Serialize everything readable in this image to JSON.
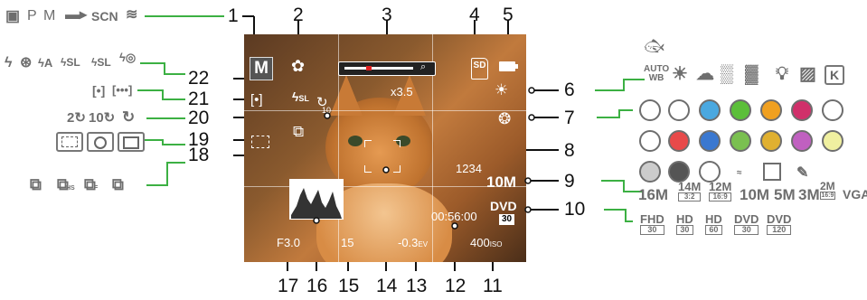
{
  "callouts": {
    "n1": "1",
    "n2": "2",
    "n3": "3",
    "n4": "4",
    "n5": "5",
    "n6": "6",
    "n7": "7",
    "n8": "8",
    "n9": "9",
    "n10": "10",
    "n11": "11",
    "n12": "12",
    "n13": "13",
    "n14": "14",
    "n15": "15",
    "n16": "16",
    "n17": "17",
    "n18": "18",
    "n19": "19",
    "n20": "20",
    "n21": "21",
    "n22": "22"
  },
  "left_icons": {
    "modes": {
      "p": "P",
      "m": "M",
      "scn": "SCN"
    },
    "flash": {
      "a": "ϟ",
      "b": "⊛",
      "c": "ϟA",
      "d": "ϟSL",
      "e": "ϟSL",
      "f": "ϟ◎"
    },
    "focus": {
      "a": "[•]",
      "b": "[•••]"
    },
    "self_timer": {
      "a": "2↻",
      "b": "10↻",
      "c": "↻"
    },
    "drive": {
      "hs": "HS",
      "f": "F"
    }
  },
  "screen": {
    "mode": "M",
    "zoom": "x3.5",
    "sd": "SD",
    "shots": "1234",
    "size": "10M",
    "time": "00:56:00",
    "video": "DVD",
    "video_fps": "30",
    "aperture": "F3.0",
    "shutter": "15",
    "ev": "-0.3",
    "ev_unit": "EV",
    "iso": "400",
    "iso_unit": "ISO",
    "timer_val": "10",
    "flash_sl": "SL"
  },
  "right_icons": {
    "wb": {
      "auto": "AUTO",
      "auto_sub": "WB",
      "k": "K"
    },
    "sizes": {
      "s16": "16M",
      "s14": "14M",
      "s14sub": "3:2",
      "s12": "12M",
      "s12sub": "16:9",
      "s10": "10M",
      "s5": "5M",
      "s3": "3M",
      "s2": "2M",
      "s2sub": "16:9",
      "vga": "VGA"
    },
    "video": {
      "fhd": "FHD",
      "fhd_fps": "30",
      "hd1": "HD",
      "hd1_fps": "30",
      "hd2": "HD",
      "hd2_fps": "60",
      "dvd1": "DVD",
      "dvd1_fps": "30",
      "dvd2": "DVD",
      "dvd2_fps": "120"
    }
  },
  "colors": {
    "line": "#3cb043",
    "gray": "#6e6e6e",
    "screen_text": "#ffffff"
  }
}
